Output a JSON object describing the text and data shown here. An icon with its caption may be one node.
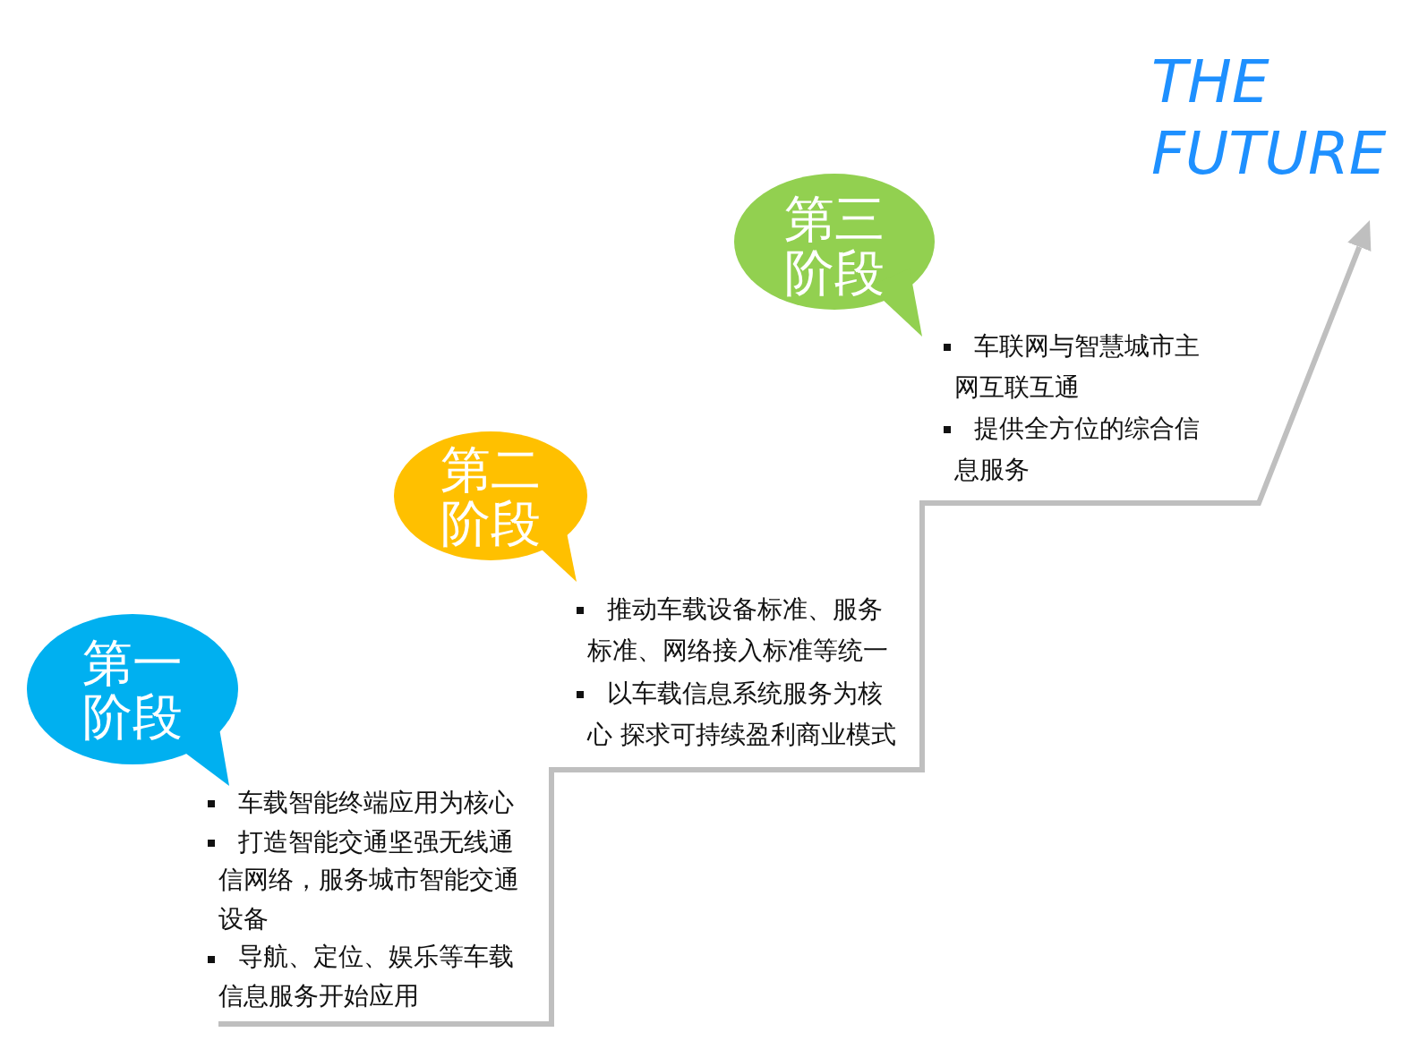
{
  "diagram": {
    "nodes": [
      {
        "text": [
          "第一阶段"
        ],
        "beside": [
          "车载智能终端应用为核心",
          "打造智能交通坚强无线通信网络，服务城市智能交通设备",
          "导航、定位、娱乐等车载信息服务开始应用"
        ]
      },
      {
        "text": [
          "第二阶段"
        ],
        "beside": [
          "推动车载设备标准、服务标准、网络接入标准等统一",
          "以车载信息系统服务为核心 探求可持续盈利商业模式"
        ]
      },
      {
        "text": [
          "第三阶段"
        ],
        "beside": [
          "车联网与智慧城市主网互联互通",
          "提供全方位的综合信息服务"
        ]
      },
      {
        "text": [
          "THE FUTURE"
        ]
      }
    ],
    "edges": [
      {
        "from": 0,
        "to": 3,
        "arrow": "to"
      }
    ]
  }
}
